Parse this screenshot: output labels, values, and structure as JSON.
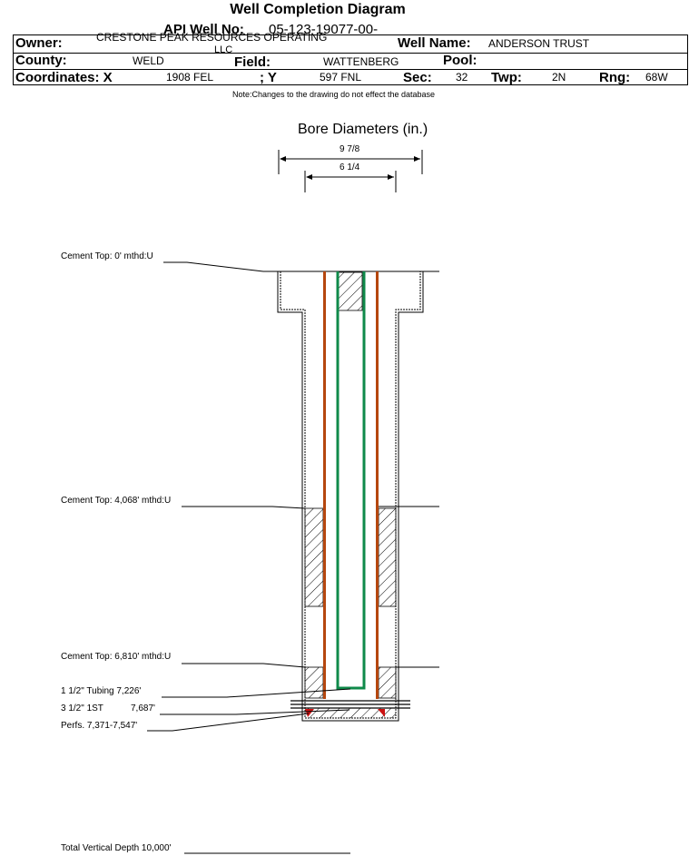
{
  "header": {
    "title": "Well Completion Diagram",
    "api_label": "API Well No:",
    "api_value": "05-123-19077-00-",
    "owner_label": "Owner:",
    "owner_value_line1": "CRESTONE PEAK RESOURCES OPERATING",
    "owner_value_line2": "LLC",
    "well_name_label": "Well Name:",
    "well_name_value": "ANDERSON TRUST",
    "county_label": "County:",
    "county_value": "WELD",
    "field_label": "Field:",
    "field_value": "WATTENBERG",
    "pool_label": "Pool:",
    "pool_value": "",
    "coord_x_label": "Coordinates: X",
    "coord_x_value": "1908 FEL",
    "coord_y_label": "; Y",
    "coord_y_value": "597 FNL",
    "sec_label": "Sec:",
    "sec_value": "32",
    "twp_label": "Twp:",
    "twp_value": "2N",
    "rng_label": "Rng:",
    "rng_value": "68W",
    "note": "Note:Changes to the drawing do not effect the database"
  },
  "bore": {
    "title": "Bore Diameters (in.)",
    "outer_diameter": "9 7/8",
    "inner_diameter": "6 1/4"
  },
  "annotations": {
    "cement_top_1": "Cement Top: 0' mthd:U",
    "cement_top_2": "Cement Top: 4,068' mthd:U",
    "cement_top_3": "Cement Top: 6,810' mthd:U",
    "tubing": "1 1/2\" Tubing 7,226'",
    "casing": "3 1/2\" 1ST",
    "casing_depth": "7,687'",
    "perfs": "Perfs. 7,371-7,547'",
    "tvd": "Total Vertical Depth 10,000'"
  },
  "colors": {
    "casing": "#b5470f",
    "tubing": "#0f8a4a",
    "perf": "#cc1111",
    "hatch": "#000000"
  }
}
